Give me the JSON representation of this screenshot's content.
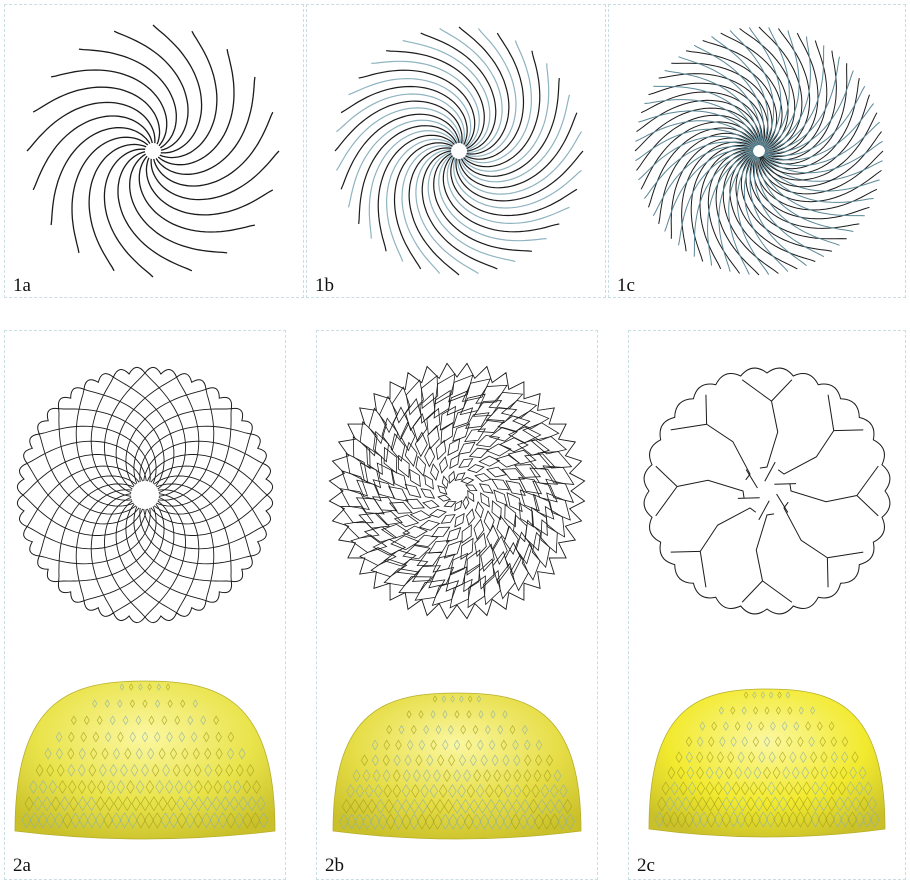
{
  "figure": {
    "panels": [
      {
        "id": "1a",
        "label": "1a",
        "kind": "spiral",
        "arms": 20,
        "strokes": [
          "#1b1b1b"
        ]
      },
      {
        "id": "1b",
        "label": "1b",
        "kind": "spiral",
        "arms": 40,
        "strokes": [
          "#1b1b1b",
          "#8fb3c0"
        ]
      },
      {
        "id": "1c",
        "label": "1c",
        "kind": "spiral-crossed",
        "arms": 40,
        "strokes": [
          "#1b1b1b",
          "#5a8797"
        ]
      },
      {
        "id": "2a",
        "label": "2a",
        "kind": "lattice-dome",
        "pattern": "woven",
        "dome_color": "#e9e34a"
      },
      {
        "id": "2b",
        "label": "2b",
        "kind": "lattice-dome",
        "pattern": "diamond",
        "dome_color": "#e6dd46"
      },
      {
        "id": "2c",
        "label": "2c",
        "kind": "lattice-dome",
        "pattern": "branching",
        "dome_color": "#f2ea2e"
      }
    ],
    "colors": {
      "border": "#c9dde3",
      "line": "#1b1b1b",
      "accent_line": "#8fb3c0"
    }
  }
}
